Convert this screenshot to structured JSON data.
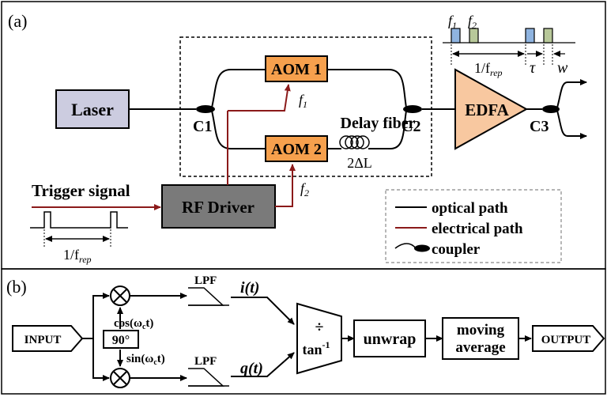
{
  "panel_a": {
    "label": "(a)",
    "laser": "Laser",
    "aom1": "AOM 1",
    "aom2": "AOM 2",
    "edfa": "EDFA",
    "rf_driver": "RF Driver",
    "c1": "C1",
    "c2": "C2",
    "c3": "C3",
    "f1": "f",
    "f1_sub": "1",
    "f2": "f",
    "f2_sub": "2",
    "delay_fiber": "Delay fiber",
    "delay_len": "2ΔL",
    "trigger_signal": "Trigger signal",
    "period_label": "1/f",
    "period_sub": "rep",
    "pulse_f1": "f",
    "pulse_f1_sub": "1",
    "pulse_f2": "f",
    "pulse_f2_sub": "2",
    "pulse_period": "1/f",
    "pulse_period_sub": "rep",
    "tau": "τ",
    "w": "w",
    "legend": {
      "optical": "optical path",
      "electrical": "electrical path",
      "coupler": "coupler"
    },
    "colors": {
      "aom": "#f6a04d",
      "laser": "#cccce0",
      "edfa": "#f8c8a0",
      "rf_driver": "#7a7a7a",
      "electrical": "#8b1a1a",
      "pulse_f1": "#8fb4e0",
      "pulse_f2": "#b8c89a"
    }
  },
  "panel_b": {
    "label": "(b)",
    "input": "INPUT",
    "cos": "cos(ω",
    "cos_sub": "c",
    "cos_tail": "t)",
    "sin": "sin(ω",
    "sin_sub": "c",
    "sin_tail": "t)",
    "phase": "90°",
    "lpf_top": "LPF",
    "lpf_bottom": "LPF",
    "i_t": "i(t)",
    "q_t": "q(t)",
    "divide": "÷",
    "arctan": "tan",
    "arctan_sup": "-1",
    "unwrap": "unwrap",
    "moving_1": "moving",
    "moving_2": "average",
    "output": "OUTPUT"
  }
}
